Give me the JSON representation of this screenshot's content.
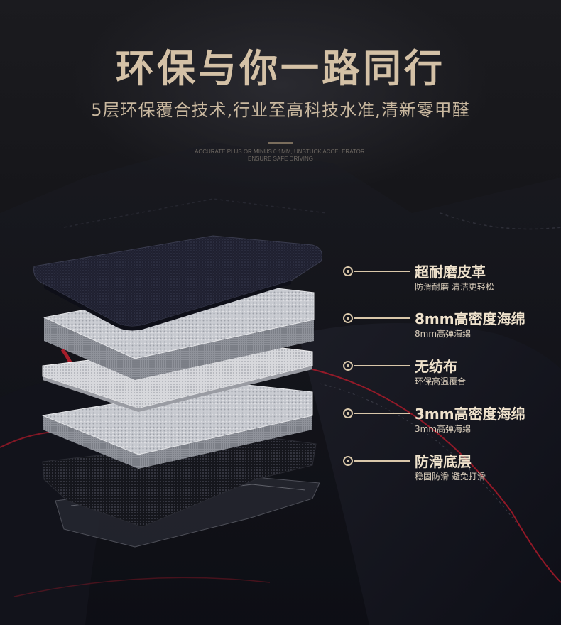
{
  "header": {
    "title": "环保与你一路同行",
    "subtitle": "5层环保覆合技术,行业至高科技水准,清新零甲醛",
    "tagline_line1": "ACCURATE PLUS OR MINUS 0.1MM, UNSTUCK ACCELERATOR.",
    "tagline_line2": "ENSURE SAFE DRIVING"
  },
  "layers": [
    {
      "name": "超耐磨皮革",
      "desc": "防滑耐磨 清洁更轻松",
      "icon": "target-dot-icon"
    },
    {
      "name": "8mm高密度海绵",
      "desc": "8mm高弹海绵",
      "icon": "target-dot-icon"
    },
    {
      "name": "无纺布",
      "desc": "环保高温覆合",
      "icon": "target-dot-icon"
    },
    {
      "name": "3mm高密度海绵",
      "desc": "3mm高弹海绵",
      "icon": "target-dot-icon"
    },
    {
      "name": "防滑底层",
      "desc": "稳固防滑 避免打滑",
      "icon": "target-dot-icon"
    }
  ],
  "colors": {
    "gold": "#d4c1a6",
    "label_gold": "#efe2cc",
    "background": "#141418",
    "stitch_red": "#b31a2a"
  }
}
